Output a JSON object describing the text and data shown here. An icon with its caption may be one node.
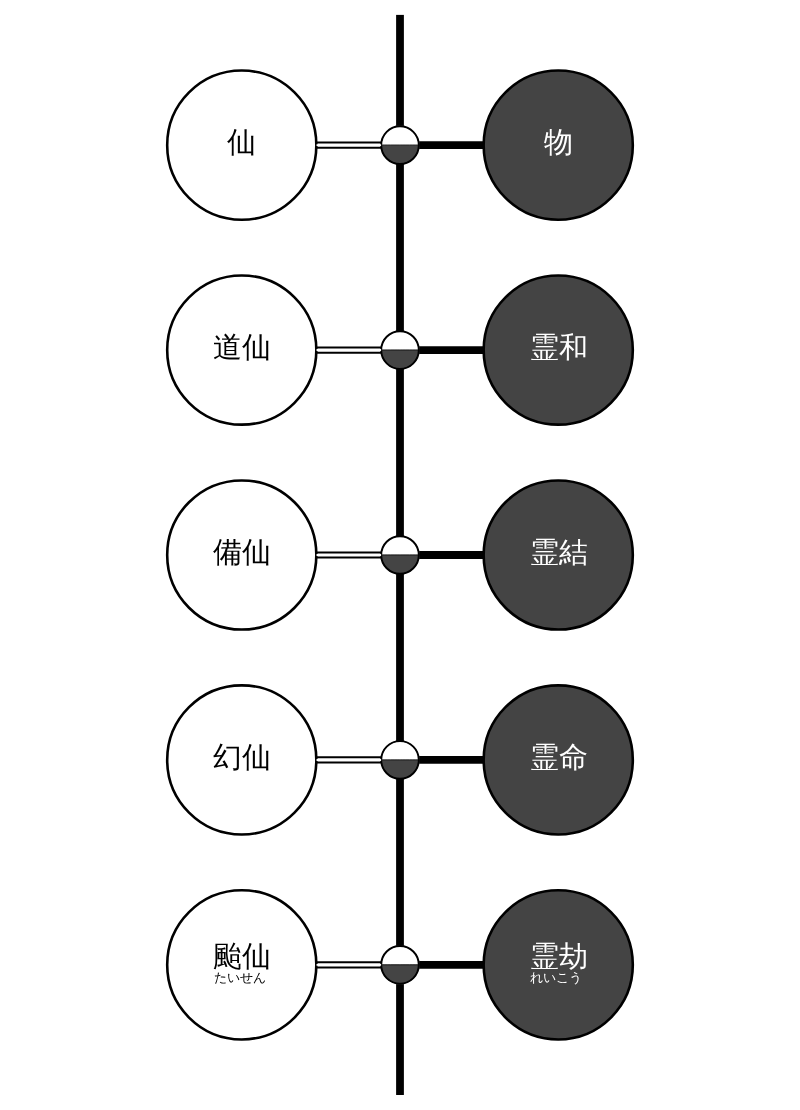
{
  "diagram": {
    "nodes": [
      {
        "text": [
          "仙"
        ]
      },
      {
        "text": [],
        "shape": "circle"
      },
      {
        "text": [
          "物"
        ]
      },
      {
        "text": [
          "道仙"
        ]
      },
      {
        "text": [],
        "shape": "circle"
      },
      {
        "text": [
          "霊和"
        ]
      },
      {
        "text": [
          "備仙"
        ]
      },
      {
        "text": [],
        "shape": "circle"
      },
      {
        "text": [
          "霊結"
        ]
      },
      {
        "text": [
          "幻仙"
        ]
      },
      {
        "text": [],
        "shape": "circle"
      },
      {
        "text": [
          "霊命"
        ]
      },
      {
        "text": [
          "颱仙",
          "たいせん"
        ]
      },
      {
        "text": [],
        "shape": "circle"
      },
      {
        "text": [
          "霊劫",
          "れいこう"
        ]
      }
    ],
    "edges": [
      {
        "from": null,
        "to": 1,
        "arrow": "none"
      },
      {
        "from": 0,
        "to": 1,
        "arrow": "none"
      },
      {
        "from": 1,
        "to": 2,
        "arrow": "none"
      },
      {
        "from": 1,
        "to": 4,
        "arrow": "none"
      },
      {
        "from": 3,
        "to": 4,
        "arrow": "none"
      },
      {
        "from": 4,
        "to": 5,
        "arrow": "none"
      },
      {
        "from": 4,
        "to": 7,
        "arrow": "none"
      },
      {
        "from": 6,
        "to": 7,
        "arrow": "none"
      },
      {
        "from": 7,
        "to": 8,
        "arrow": "none"
      },
      {
        "from": 7,
        "to": 10,
        "arrow": "none"
      },
      {
        "from": 9,
        "to": 10,
        "arrow": "none"
      },
      {
        "from": 10,
        "to": 11,
        "arrow": "none"
      },
      {
        "from": 10,
        "to": 13,
        "arrow": "none"
      },
      {
        "from": 12,
        "to": 13,
        "arrow": "none"
      },
      {
        "from": 13,
        "to": 14,
        "arrow": "none"
      },
      {
        "from": 13,
        "to": null,
        "arrow": "none"
      }
    ]
  }
}
